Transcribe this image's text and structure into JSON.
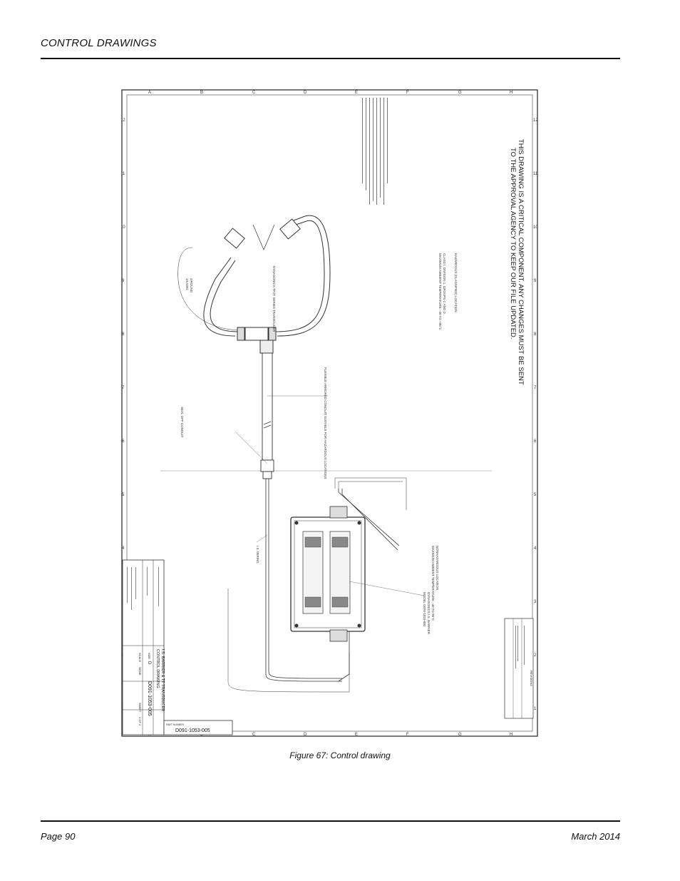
{
  "header": {
    "section_title": "CONTROL DRAWINGS"
  },
  "footer": {
    "page": "Page 90",
    "date": "March 2014"
  },
  "figure": {
    "caption": "Figure 67:  Control drawing",
    "notice_line1": "THIS DRAWING IS A CRITICAL COMPONENT. ANY CHANGES MUST BE SENT",
    "notice_line2": "TO THE APPROVAL AGENCY TO KEEP OUR FILE UPDATED.",
    "part_number_label": "PART NUMBER",
    "part_number": "D091-1053-005",
    "drawing_title": "CONTROL DRAWING",
    "drawing_subtitle": "I.S. BARRIER & TT TRANSDUCER",
    "size_label": "SIZE",
    "size": "D",
    "dwg_no": "D091-1053-005",
    "scale_label": "SCALE",
    "scale": "NONE",
    "sheet_label": "SHEET",
    "sheet": "1 OF 2",
    "revisions_label": "REVISIONS",
    "zone_letters": [
      "A",
      "B",
      "C",
      "D",
      "E",
      "F",
      "G",
      "H"
    ],
    "zone_numbers": [
      "12",
      "11",
      "10",
      "9",
      "8",
      "7",
      "6",
      "5",
      "4",
      "3",
      "2",
      "1"
    ],
    "annotations": {
      "barrier_model": "DYNASONICS I.S. BARRIER",
      "barrier_model2": "MODEL D070-1010-002",
      "wiring": "I.S. WIRING",
      "hazardous": "HAZARDOUS (CLASSIFIED) LOCATION",
      "class_div": "CLASS I, DIVISION 1, GROUPS C AND D",
      "ambient": "MAXIMUM AMBIENT TEMPERATURE: -40 TO +85°C",
      "nonhazardous": "NONHAZARDOUS LOCATION",
      "nonhaz_ambient": "MAXIMUM AMBIENT TEMPERATURE: -40 TO 85°C",
      "transducers": "DYNASONICS TFXT SERIES TRANSDUCER",
      "seal": "SEAL OFF CONDUIT",
      "conduit": "FLEXIBLE ARMORED CONDUIT SUITABLE FOR HAZARDOUS LOCATIONS",
      "ground": "GROUND",
      "ten_awg": "10 AWG"
    }
  }
}
